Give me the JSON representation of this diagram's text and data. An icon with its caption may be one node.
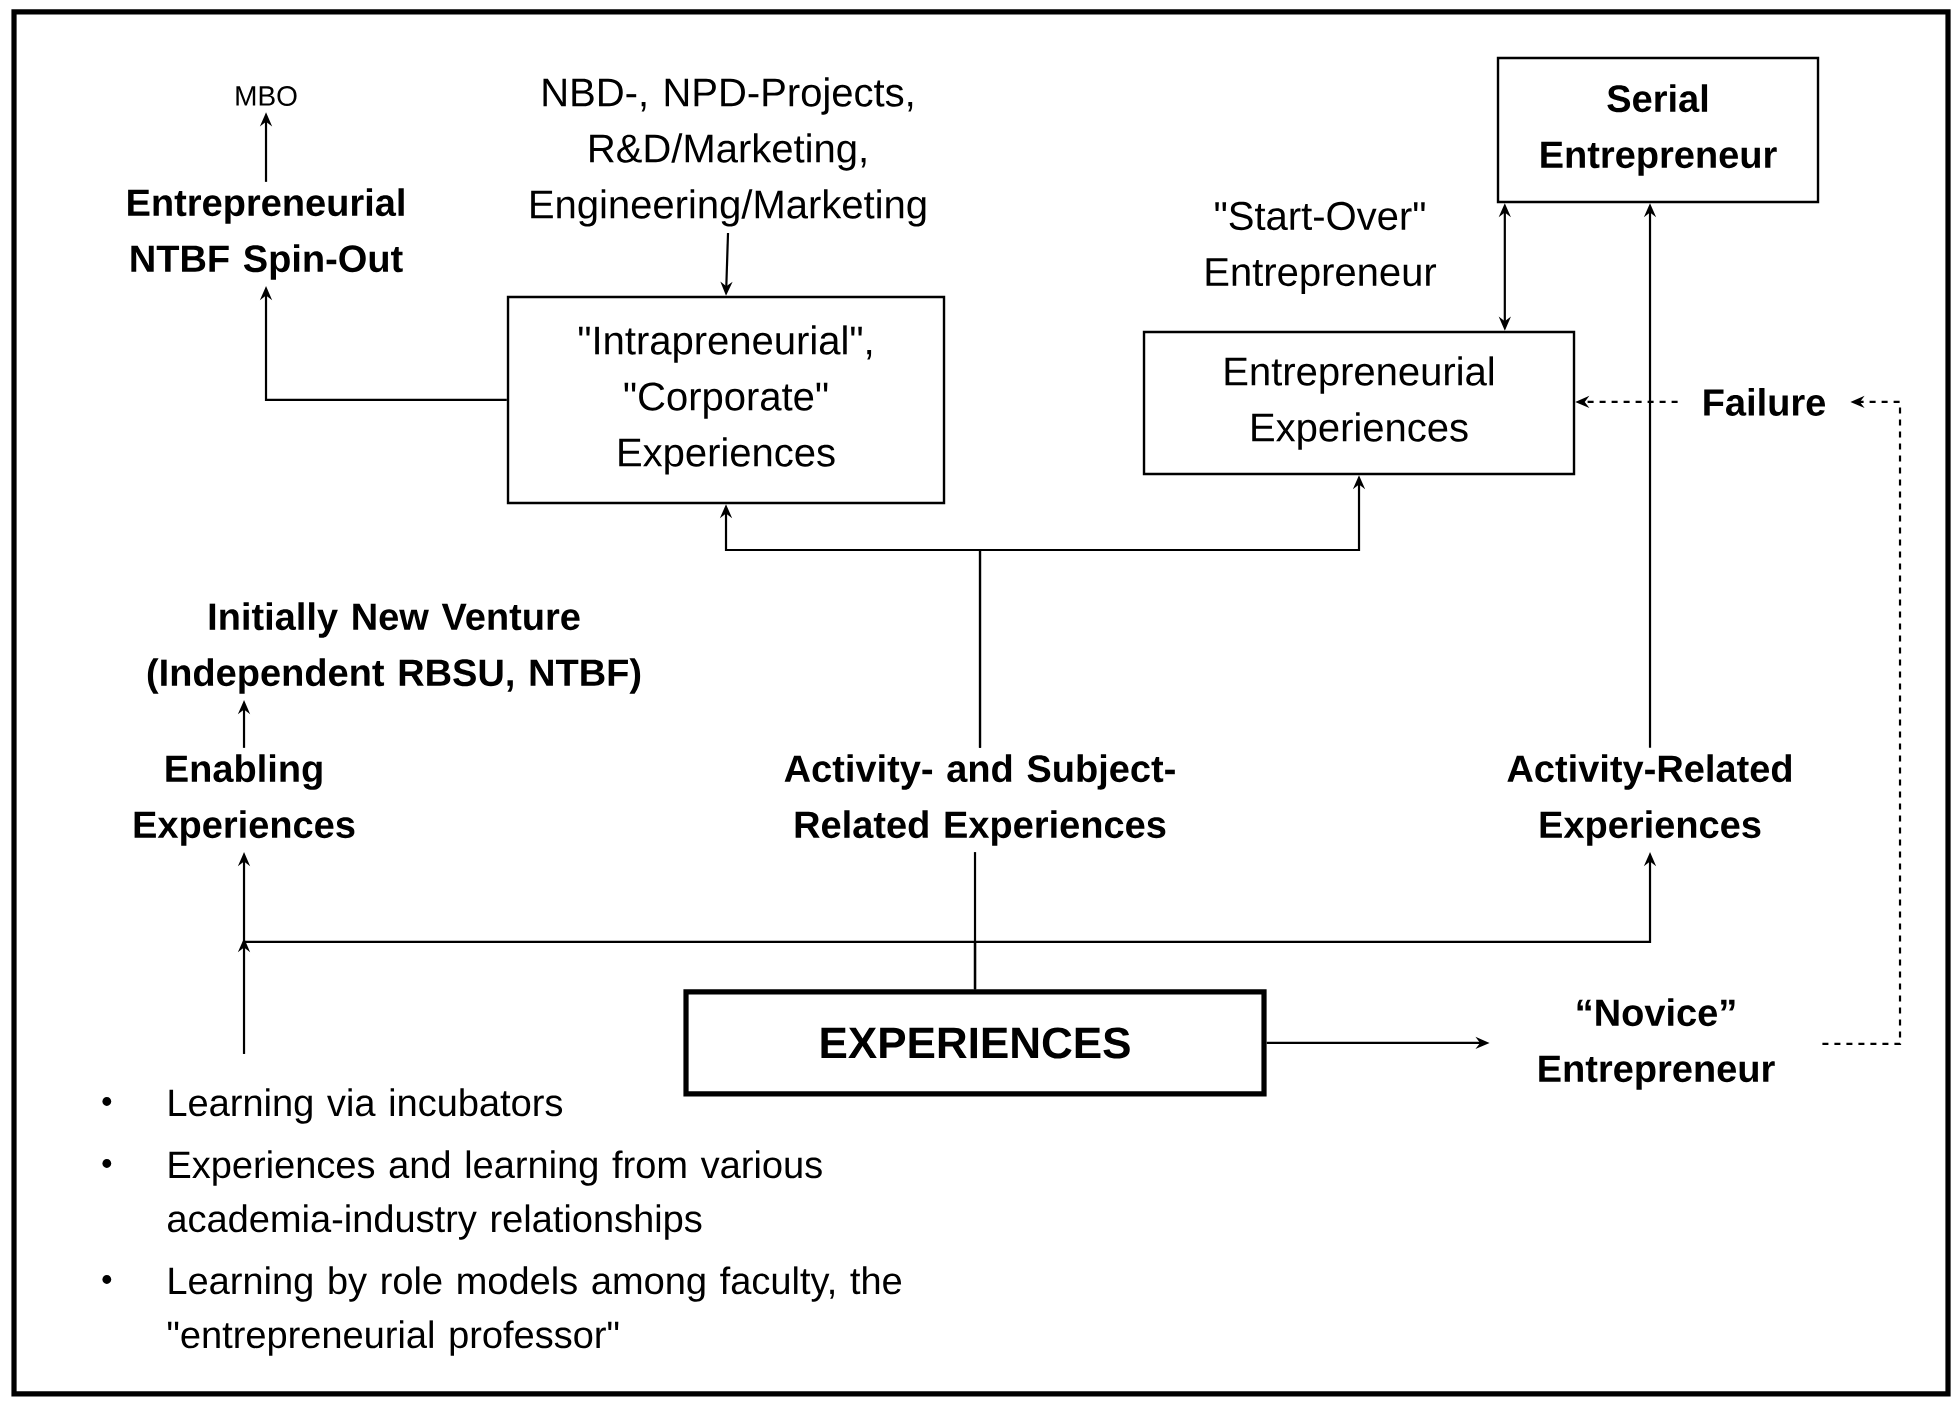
{
  "diagram": {
    "nodes": [
      {
        "text": [
          "MBO"
        ]
      },
      {
        "text": [
          "Entrepreneurial NTBF Spin-Out"
        ]
      },
      {
        "text": [
          "NBD-, NPD-Projects, R&D/Marketing, Engineering/Marketing"
        ]
      },
      {
        "text": [
          "\"Intrapreneurial\", \"Corporate\" Experiences"
        ]
      },
      {
        "text": [
          "Serial Entrepreneur"
        ]
      },
      {
        "text": [
          "Entrepreneurial Experiences"
        ]
      },
      {
        "text": [
          "Failure"
        ]
      },
      {
        "text": [
          "Initially New Venture (Independent RBSU, NTBF)"
        ]
      },
      {
        "text": [
          "Enabling Experiences"
        ]
      },
      {
        "text": [
          "Activity- and Subject-Related Experiences"
        ]
      },
      {
        "text": [
          "Activity-Related Experiences"
        ]
      },
      {
        "text": [
          "EXPERIENCES"
        ]
      },
      {
        "text": [
          "“Novice” Entrepreneur"
        ]
      },
      {
        "text": [
          "Learning via incubators",
          "Experiences and learning from various academia-industry relationships",
          "Learning by role models among faculty, the \"entrepreneurial professor\""
        ]
      }
    ],
    "edges": [
      {
        "from": 1,
        "to": 0,
        "arrow": "to"
      },
      {
        "from": 2,
        "to": 3,
        "arrow": "to"
      },
      {
        "from": 3,
        "to": 1,
        "arrow": "to"
      },
      {
        "from": 5,
        "to": 4,
        "arrow": "both",
        "label": "\"Start-Over\" Entrepreneur"
      },
      {
        "from": 9,
        "to": 3,
        "arrow": "to"
      },
      {
        "from": 9,
        "to": 5,
        "arrow": "to"
      },
      {
        "from": 10,
        "to": 4,
        "arrow": "to"
      },
      {
        "from": 6,
        "to": 5,
        "arrow": "to",
        "style": "dashed"
      },
      {
        "from": 12,
        "to": 6,
        "arrow": "to",
        "style": "dashed"
      },
      {
        "from": 8,
        "to": 7,
        "arrow": "to"
      },
      {
        "from": 11,
        "to": 8,
        "arrow": "to"
      },
      {
        "from": 11,
        "to": 9,
        "arrow": "none"
      },
      {
        "from": 11,
        "to": 10,
        "arrow": "to"
      },
      {
        "from": 11,
        "to": 12,
        "arrow": "to"
      },
      {
        "from": 13,
        "to": 8,
        "arrow": "to"
      }
    ]
  }
}
